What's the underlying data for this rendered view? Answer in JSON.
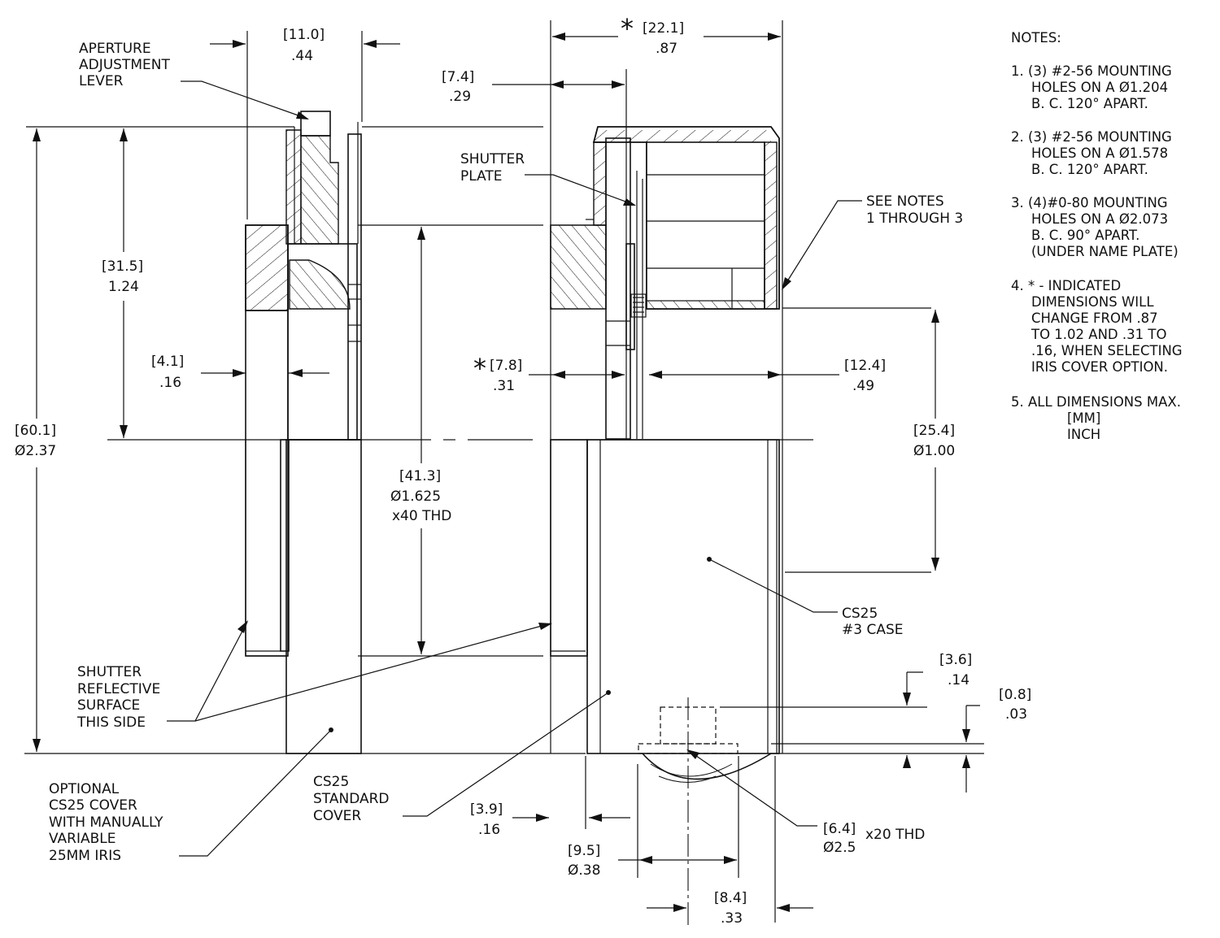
{
  "notes": {
    "heading": "NOTES:",
    "items": [
      [
        "1. (3) #2-56 MOUNTING",
        "HOLES ON A Ø1.204",
        "B. C. 120° APART."
      ],
      [
        "2. (3) #2-56 MOUNTING",
        "HOLES ON A Ø1.578",
        "B. C. 120° APART."
      ],
      [
        "3. (4)#0-80 MOUNTING",
        "HOLES ON A Ø2.073",
        "B. C. 90° APART.",
        "(UNDER NAME PLATE)"
      ],
      [
        "4. *  - INDICATED",
        "DIMENSIONS WILL",
        "CHANGE  FROM .87",
        "TO 1.02 AND .31 TO",
        ".16, WHEN SELECTING",
        "IRIS COVER OPTION."
      ],
      [
        "5. ALL DIMENSIONS MAX.",
        "[MM]",
        "INCH"
      ]
    ]
  },
  "callouts": {
    "aperture_lever": [
      "APERTURE",
      "ADJUSTMENT",
      "LEVER"
    ],
    "shutter_plate": [
      "SHUTTER",
      "PLATE"
    ],
    "see_notes": [
      "SEE NOTES",
      "1 THROUGH 3"
    ],
    "case": [
      "CS25",
      "#3 CASE"
    ],
    "shutter_reflective": [
      "SHUTTER",
      "REFLECTIVE",
      "SURFACE",
      "THIS SIDE"
    ],
    "optional_cover": [
      "OPTIONAL",
      "CS25 COVER",
      "WITH MANUALLY",
      "VARIABLE",
      "25MM IRIS"
    ],
    "standard_cover": [
      "CS25",
      "STANDARD",
      "COVER"
    ]
  },
  "dimensions": {
    "d_11_0": [
      "[11.0]",
      ".44"
    ],
    "d_22_1": [
      "*",
      "[22.1]",
      ".87"
    ],
    "d_7_4": [
      "[7.4]",
      ".29"
    ],
    "d_31_5": [
      "[31.5]",
      "1.24"
    ],
    "d_4_1": [
      "[4.1]",
      ".16"
    ],
    "d_7_8": [
      "*",
      "[7.8]",
      ".31"
    ],
    "d_12_4": [
      "[12.4]",
      ".49"
    ],
    "d_60_1": [
      "[60.1]",
      "Ø2.37"
    ],
    "d_25_4": [
      "[25.4]",
      "Ø1.00"
    ],
    "d_41_3": [
      "[41.3]",
      "Ø1.625",
      "x40 THD"
    ],
    "d_3_6": [
      "[3.6]",
      ".14"
    ],
    "d_0_8": [
      "[0.8]",
      ".03"
    ],
    "d_3_9": [
      "[3.9]",
      ".16"
    ],
    "d_9_5": [
      "[9.5]",
      "Ø.38"
    ],
    "d_6_4": [
      "[6.4]",
      "Ø2.5",
      "x20 THD"
    ],
    "d_8_4": [
      "[8.4]",
      ".33"
    ]
  }
}
